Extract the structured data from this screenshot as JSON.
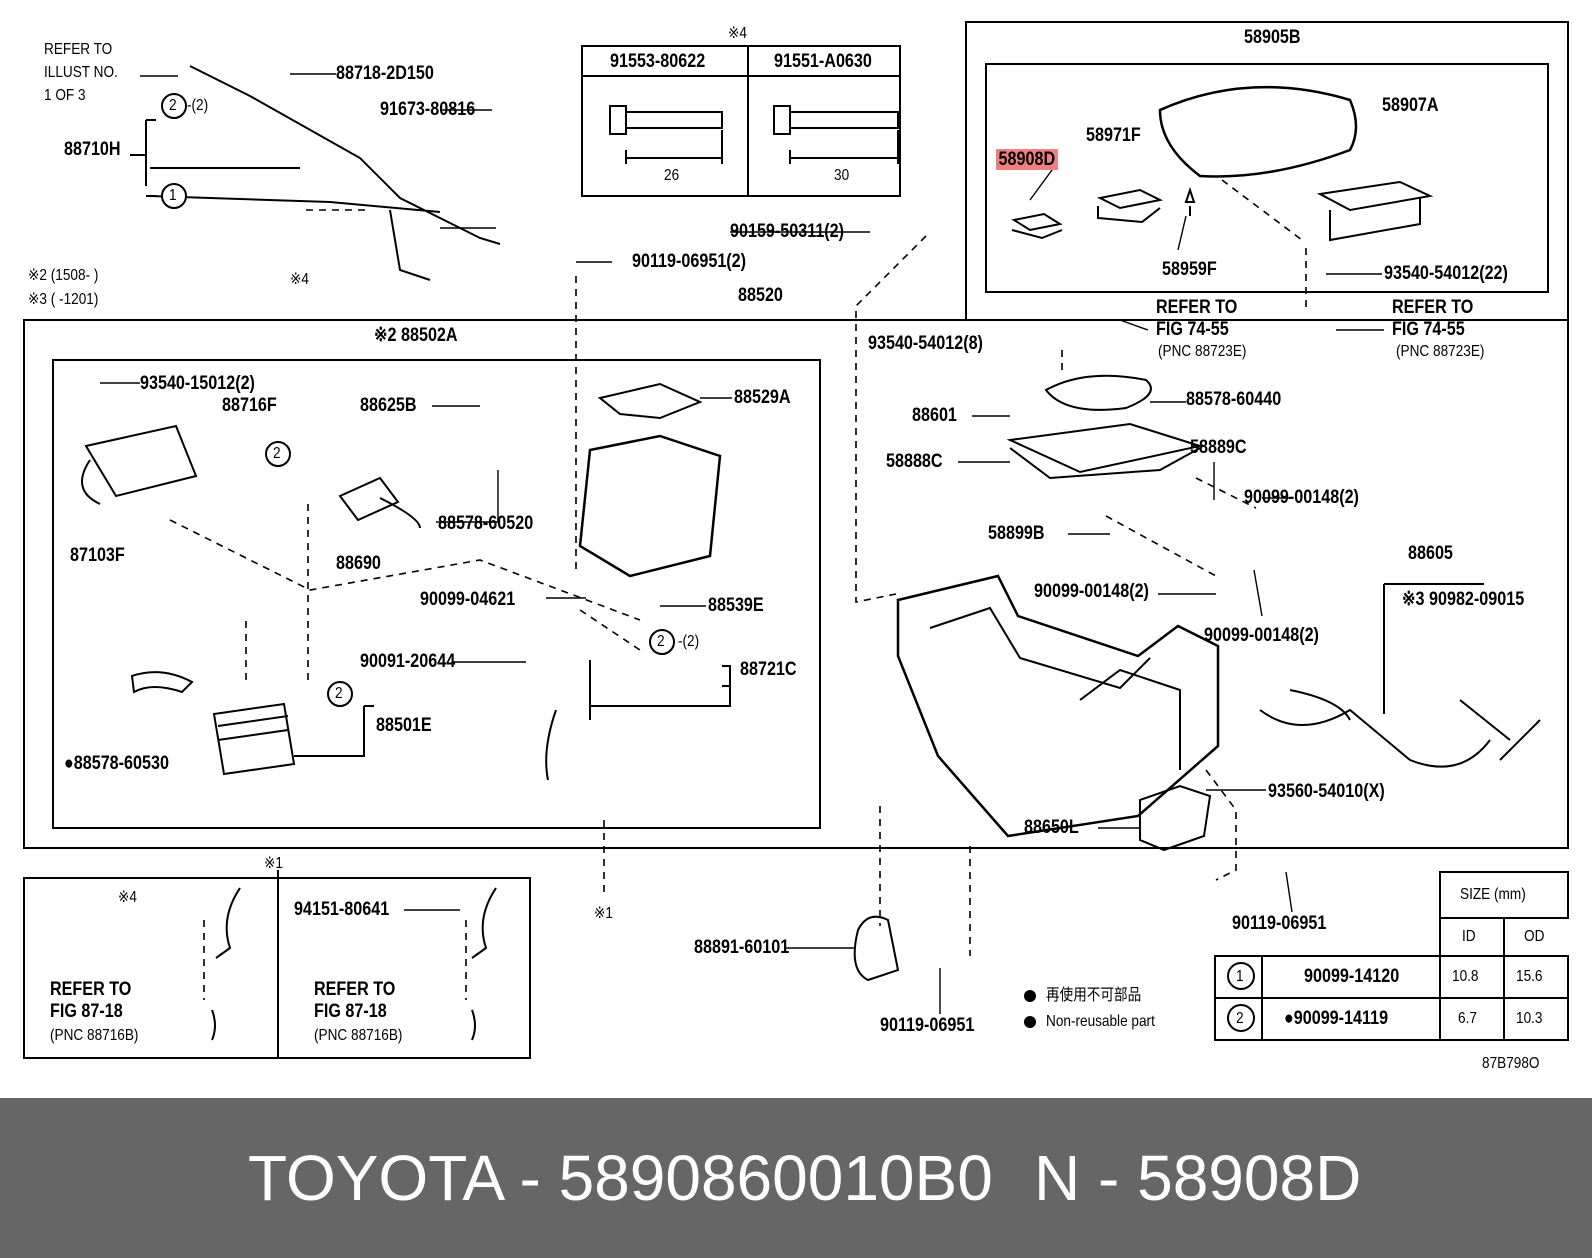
{
  "labels": {
    "refer_illust": "REFER TO",
    "refer_illust2": "ILLUST NO.",
    "refer_illust3": "1 OF 3",
    "p88718": "88718-2D150",
    "p91673": "91673-80816",
    "p88710H": "88710H",
    "note2": "※2 (1508-      )",
    "note3": "※3 (      -1201)",
    "mark4a": "※4",
    "mark4b": "※4",
    "b91553": "91553-80622",
    "b91551": "91551-A0630",
    "dim26": "26",
    "dim30": "30",
    "p90159": "90159-50311(2)",
    "p90119a": "90119-06951(2)",
    "p88520": "88520",
    "p88502A": "※2 88502A",
    "p93540a": "93540-15012(2)",
    "p88716F": "88716F",
    "p88625B": "88625B",
    "p88529A": "88529A",
    "p87103F": "87103F",
    "p88690": "88690",
    "p88578b": "88578-60520",
    "p90099a": "90099-04621",
    "p88539E": "88539E",
    "p90091": "90091-20644",
    "p88721C": "88721C",
    "p88501E": "88501E",
    "p88578c": "●88578-60530",
    "p58905B": "58905B",
    "p58971F": "58971F",
    "p58907A": "58907A",
    "p58908D": "58908D",
    "p58959F": "58959F",
    "p93540b": "93540-54012(22)",
    "refer1a": "REFER TO",
    "refer1b": "FIG 74-55",
    "refer1c": "(PNC 88723E)",
    "refer2a": "REFER TO",
    "refer2b": "FIG 74-55",
    "refer2c": "(PNC 88723E)",
    "p93540c": "93540-54012(8)",
    "p88578a": "88578-60440",
    "p88601": "88601",
    "p58888C": "58888C",
    "p58889C": "58889C",
    "p90099b": "90099-00148(2)",
    "p58899B": "58899B",
    "p90099c": "90099-00148(2)",
    "p90099d": "90099-00148(2)",
    "p88605": "88605",
    "p90982": "※3 90982-09015",
    "p93560": "93560-54010(X)",
    "p88650L": "88650L",
    "p90119b": "90119-06951",
    "p88891": "88891-60101",
    "p90119c": "90119-06951",
    "mark1a": "※1",
    "mark1b": "※1",
    "mark4c": "※4",
    "p94151": "94151-80641",
    "refer3a": "REFER TO",
    "refer3b": "FIG 87-18",
    "refer3c": "(PNC 88716B)",
    "refer4a": "REFER TO",
    "refer4b": "FIG 87-18",
    "refer4c": "(PNC 88716B)",
    "legend_jp": "再使用不可部品",
    "legend_en": "Non-reusable part",
    "code": "87B798O",
    "c1": "1",
    "c2": "2",
    "c2_88710": "2",
    "c1_88710": "1",
    "c2_88716": "2",
    "c2_88501": "2",
    "c2_88721": "2",
    "qty2_88710": "-(2)",
    "qty2_88721": "-(2)"
  },
  "size_table": {
    "title": "SIZE (mm)",
    "col_id": "ID",
    "col_od": "OD",
    "row1": {
      "idx": "1",
      "part": "90099-14120",
      "id": "10.8",
      "od": "15.6"
    },
    "row2": {
      "idx": "2",
      "part": "●90099-14119",
      "id": "6.7",
      "od": "10.3"
    }
  },
  "footer": {
    "brand": "TOYOTA - 5890860010B0",
    "part": "N - 58908D"
  },
  "colors": {
    "highlight": "#f08080",
    "footer_bg": "#666666"
  }
}
